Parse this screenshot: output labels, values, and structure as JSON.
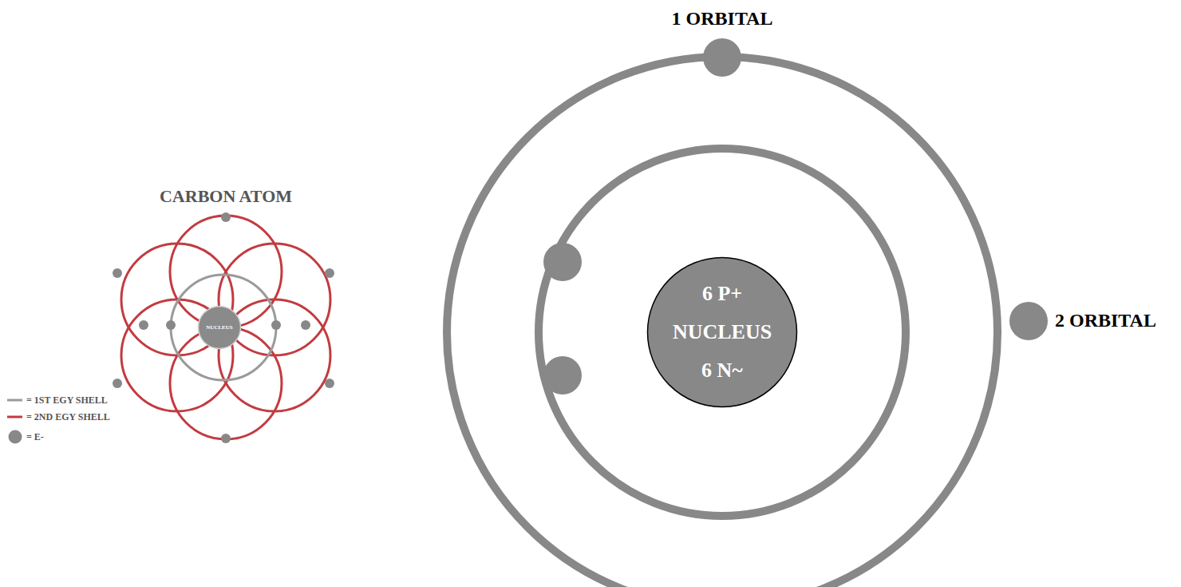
{
  "diagram": {
    "nodes": [
      {
        "text": [
          "NUCLEUS"
        ]
      },
      {
        "text": [
          "6 P+",
          "NUCLEUS",
          "6 N~"
        ]
      }
    ],
    "labels": [
      "CARBON ATOM",
      "1 ORBITAL",
      "2 ORBITAL"
    ],
    "legend": [
      {
        "text": "= 1ST EGY SHELL",
        "color": "#9a9a9a"
      },
      {
        "text": "= 2ND EGY SHELL",
        "color": "#c23b40"
      },
      {
        "text": "= E-"
      }
    ]
  }
}
